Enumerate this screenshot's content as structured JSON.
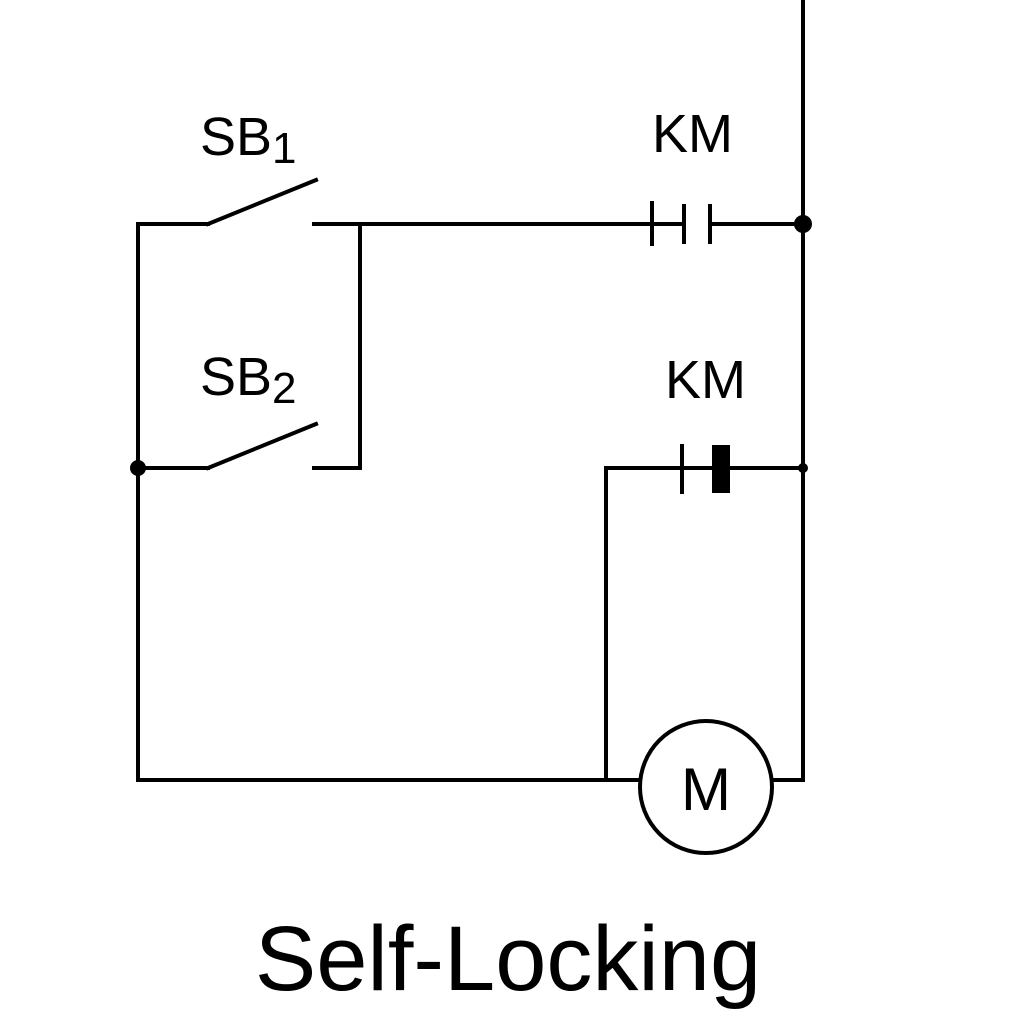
{
  "labels": {
    "sb1": "SB",
    "sb1_sub": "1",
    "sb2": "SB",
    "sb2_sub": "2",
    "km_top": "KM",
    "km_bottom": "KM",
    "motor": "M",
    "title": "Self-Locking"
  },
  "colors": {
    "line": "#000000",
    "background": "#ffffff"
  }
}
